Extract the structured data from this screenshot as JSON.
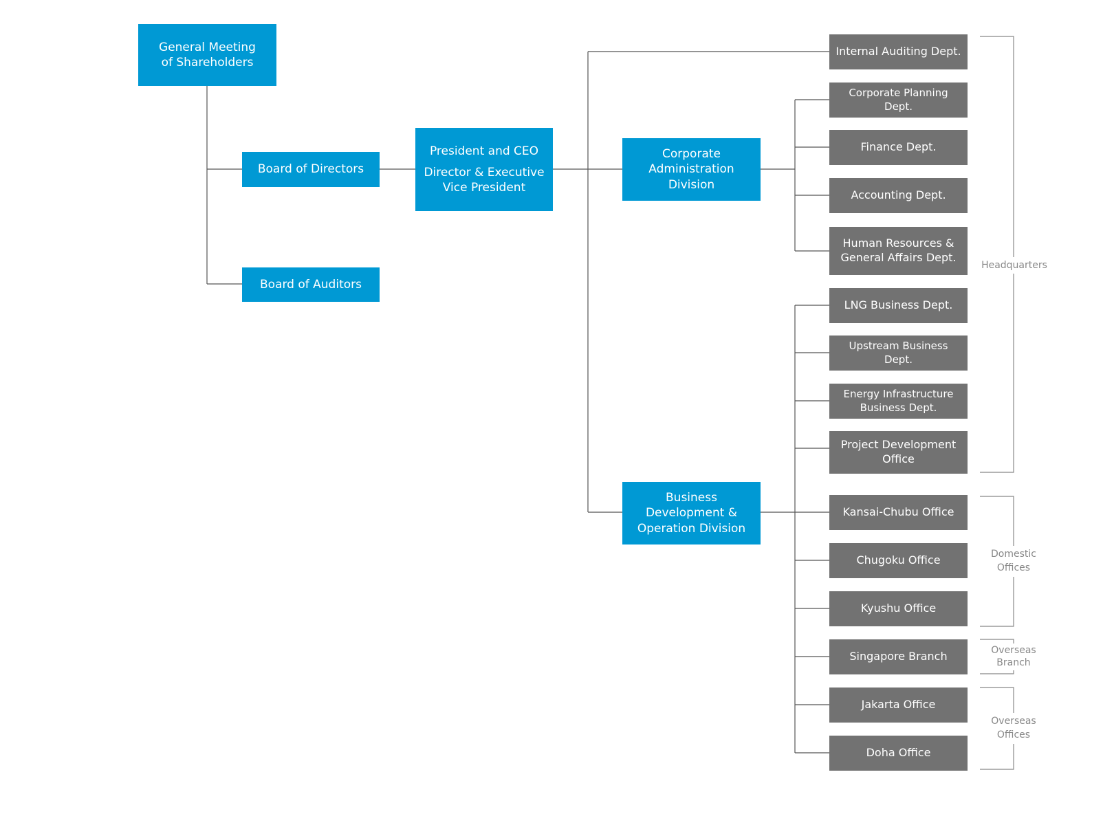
{
  "nodes": {
    "general_meeting": [
      "General Meeting",
      "of Shareholders"
    ],
    "board_directors": "Board of Directors",
    "board_auditors": "Board of Auditors",
    "president": {
      "line1": "President and CEO",
      "line2": "Director & Executive",
      "line3": "Vice President"
    },
    "corp_admin": [
      "Corporate",
      "Administration",
      "Division"
    ],
    "business_dev": [
      "Business",
      "Development &",
      "Operation Division"
    ]
  },
  "departments": {
    "internal_auditing": "Internal Auditing Dept.",
    "corporate_planning": "Corporate Planning Dept.",
    "finance": "Finance Dept.",
    "accounting": "Accounting Dept.",
    "human_resources": [
      "Human Resources &",
      "General Affairs Dept."
    ],
    "lng_business": "LNG Business Dept.",
    "upstream_business": "Upstream Business Dept.",
    "energy_infrastructure": [
      "Energy Infrastructure",
      "Business Dept."
    ],
    "project_development": [
      "Project Development",
      "Office"
    ],
    "kansai_chubu": "Kansai-Chubu Office",
    "chugoku": "Chugoku Office",
    "kyushu": "Kyushu Office",
    "singapore": "Singapore Branch",
    "jakarta": "Jakarta Office",
    "doha": "Doha Office"
  },
  "groups": {
    "headquarters": "Headquarters",
    "domestic_offices": [
      "Domestic",
      "Offices"
    ],
    "overseas_branch": [
      "Overseas",
      "Branch"
    ],
    "overseas_offices": [
      "Overseas",
      "Offices"
    ]
  },
  "colors": {
    "primary": "#0099d4",
    "department": "#727272",
    "line": "#555555",
    "group_label": "#888888"
  }
}
